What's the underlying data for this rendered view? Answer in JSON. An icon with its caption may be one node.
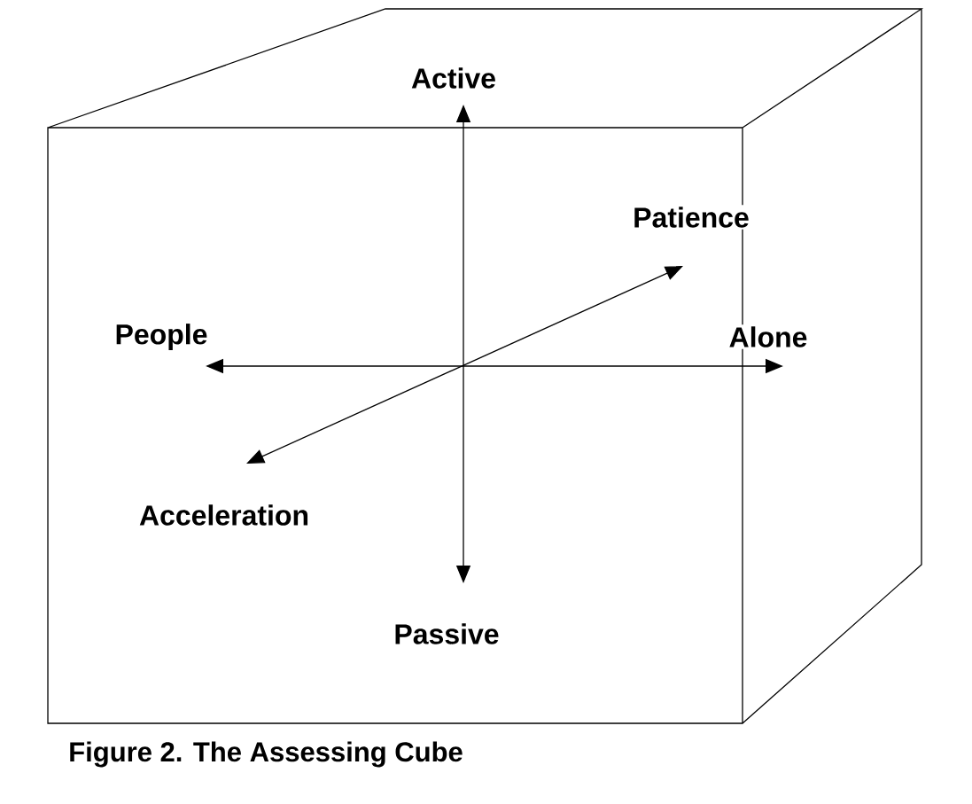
{
  "diagram": {
    "caption": "Figure 2. The Assessing Cube",
    "nodes": [
      {
        "text": [
          "Active"
        ]
      },
      {
        "text": [
          "Patience"
        ]
      },
      {
        "text": [
          "People"
        ]
      },
      {
        "text": [
          "Alone"
        ]
      },
      {
        "text": [
          "Acceleration"
        ]
      },
      {
        "text": [
          "Passive"
        ]
      }
    ],
    "edges": [
      {
        "from": 0,
        "to": 5,
        "arrow": "both"
      },
      {
        "from": 2,
        "to": 3,
        "arrow": "both"
      },
      {
        "from": 4,
        "to": 1,
        "arrow": "both"
      }
    ]
  }
}
